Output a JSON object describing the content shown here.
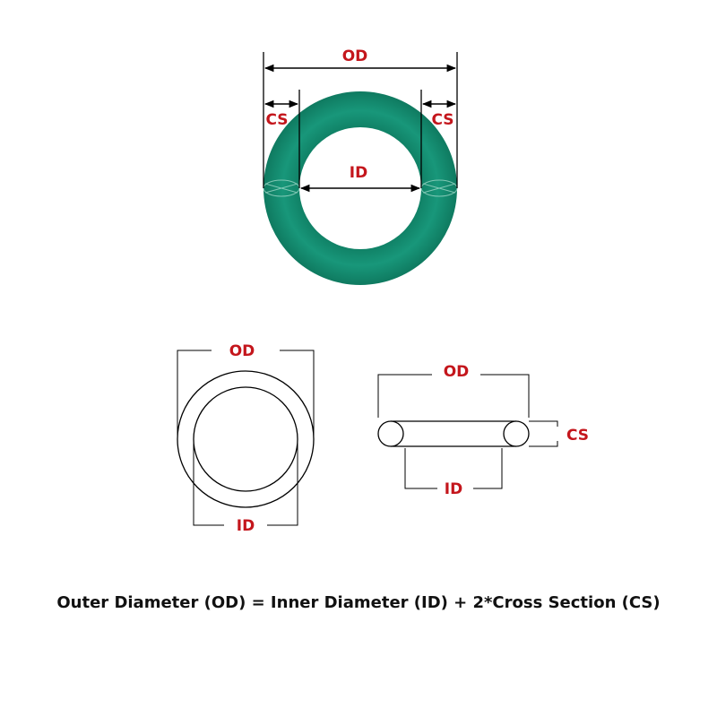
{
  "top_figure": {
    "od_label": "OD",
    "id_label": "ID",
    "cs_left_label": "CS",
    "cs_right_label": "CS"
  },
  "front_view": {
    "od_label": "OD",
    "id_label": "ID"
  },
  "side_view": {
    "od_label": "OD",
    "id_label": "ID",
    "cs_label": "CS"
  },
  "formula": "Outer Diameter (OD) = Inner Diameter (ID) + 2*Cross Section (CS)",
  "colors": {
    "ring": "#128a6e",
    "label": "#c4161c",
    "line": "#000000"
  }
}
